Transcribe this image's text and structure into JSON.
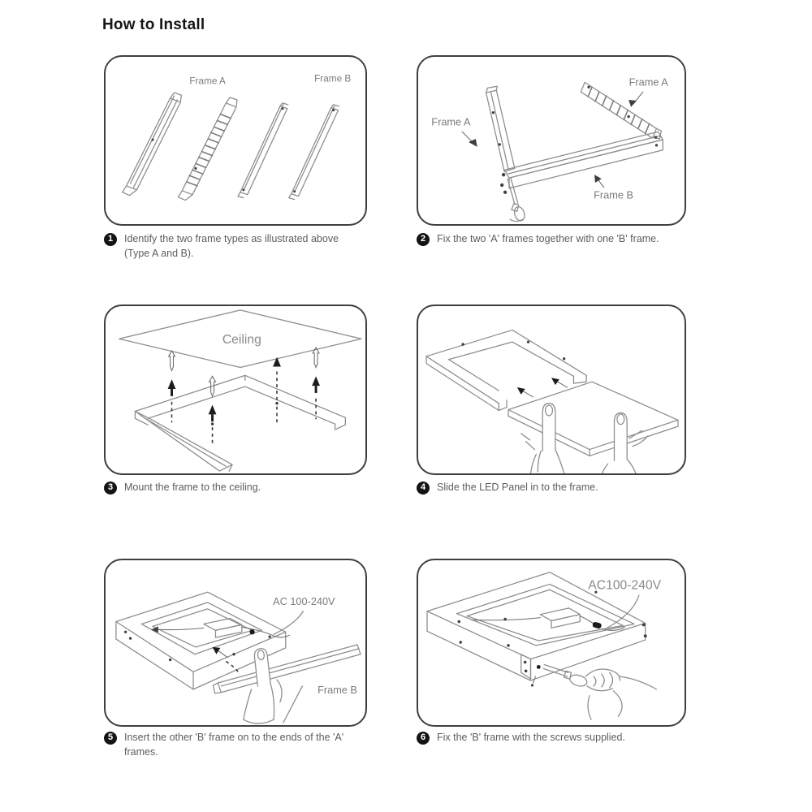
{
  "title": "How to Install",
  "colors": {
    "background": "#ffffff",
    "panel_border": "#3f3f3f",
    "line_art": "#8d8d8d",
    "caption_text": "#5d5d5d",
    "step_badge": "#141414",
    "title_text": "#161616"
  },
  "panels": {
    "p1": {
      "frame_a": "Frame A",
      "frame_b": "Frame B"
    },
    "p2": {
      "frame_a_left": "Frame A",
      "frame_a_right": "Frame A",
      "frame_b": "Frame B"
    },
    "p3": {
      "ceiling": "Ceiling"
    },
    "p5": {
      "ac_label": "AC 100-240V",
      "frame_b": "Frame B"
    },
    "p6": {
      "ac_label": "AC100-240V"
    }
  },
  "steps": [
    {
      "num": "1",
      "line1": "Identify the two frame types as illustrated above",
      "line2": "(Type A and B)."
    },
    {
      "num": "2",
      "line1": "Fix the two 'A' frames together with one 'B' frame.",
      "line2": ""
    },
    {
      "num": "3",
      "line1": "Mount the frame to the ceiling.",
      "line2": ""
    },
    {
      "num": "4",
      "line1": "Slide the LED Panel in to the frame.",
      "line2": ""
    },
    {
      "num": "5",
      "line1": "Insert the other 'B' frame on to the ends of the 'A'",
      "line2": "frames."
    },
    {
      "num": "6",
      "line1": "Fix the 'B' frame with the screws supplied.",
      "line2": ""
    }
  ]
}
